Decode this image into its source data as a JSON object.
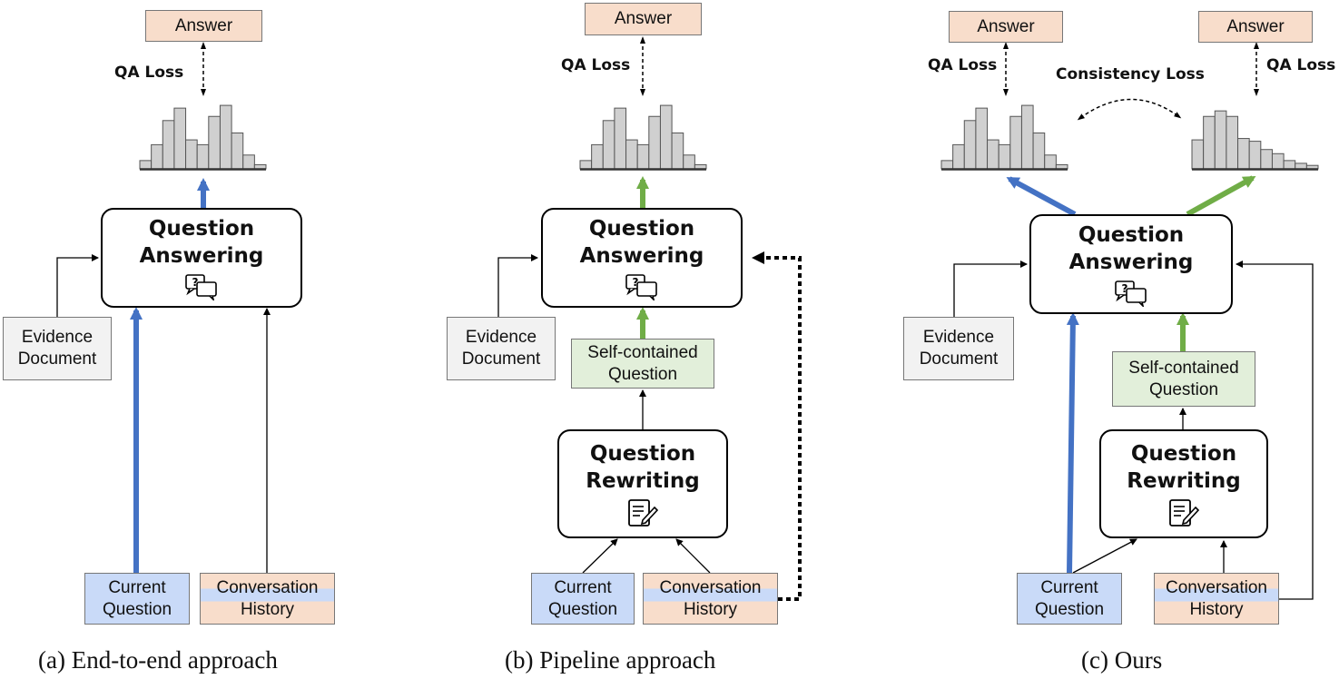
{
  "labels": {
    "answer": "Answer",
    "qa_loss": "QA Loss",
    "consistency_loss": "Consistency Loss",
    "qa_module_line1": "Question",
    "qa_module_line2": "Answering",
    "qr_module_line1": "Question",
    "qr_module_line2": "Rewriting",
    "evidence_line1": "Evidence",
    "evidence_line2": "Document",
    "selfq_line1": "Self-contained",
    "selfq_line2": "Question",
    "current_line1": "Current",
    "current_line2": "Question",
    "history_line1": "Conversation",
    "history_line2": "History"
  },
  "captions": {
    "a": "(a) End-to-end approach",
    "b": "(b) Pipeline approach",
    "c": "(c) Ours"
  },
  "distributions": {
    "bimodal": [
      0.12,
      0.35,
      0.7,
      0.88,
      0.42,
      0.35,
      0.76,
      0.92,
      0.52,
      0.2,
      0.06
    ],
    "skewed": [
      0.42,
      0.76,
      0.84,
      0.76,
      0.44,
      0.4,
      0.28,
      0.22,
      0.12,
      0.08,
      0.05
    ]
  },
  "colors": {
    "blue_arrow": "#4472c4",
    "green_arrow": "#70ad47",
    "answer_fill": "#f8ddcb",
    "evidence_fill": "#f2f2f2",
    "selfq_fill": "#e2efda",
    "current_fill": "#c9daf8",
    "bar_fill": "#d0d0d0"
  },
  "icons": {
    "qa": "chat-question-icon",
    "qr": "notepad-pencil-icon"
  }
}
